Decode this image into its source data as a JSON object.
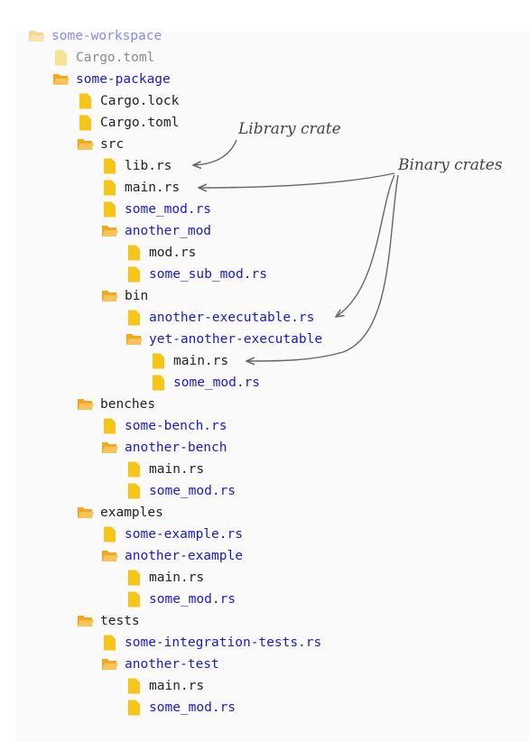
{
  "colors": {
    "file_icon": "#f5c518",
    "folder_icon": "#f0a81e",
    "folder_icon_light": "#f8c35a",
    "text_dark": "#222222",
    "text_blue": "#1a1acc",
    "arrow": "#666666"
  },
  "tree": [
    {
      "label": "some-workspace",
      "type": "folder",
      "style": "faint-blue"
    },
    {
      "label": "Cargo.toml",
      "type": "file",
      "style": "faint"
    },
    {
      "label": "some-package",
      "type": "folder",
      "style": "blue"
    },
    {
      "label": "Cargo.lock",
      "type": "file",
      "style": "dark"
    },
    {
      "label": "Cargo.toml",
      "type": "file",
      "style": "dark"
    },
    {
      "label": "src",
      "type": "folder",
      "style": "dark"
    },
    {
      "label": "lib.rs",
      "type": "file",
      "style": "dark"
    },
    {
      "label": "main.rs",
      "type": "file",
      "style": "dark"
    },
    {
      "label": "some_mod.rs",
      "type": "file",
      "style": "blue"
    },
    {
      "label": "another_mod",
      "type": "folder",
      "style": "blue"
    },
    {
      "label": "mod.rs",
      "type": "file",
      "style": "dark"
    },
    {
      "label": "some_sub_mod.rs",
      "type": "file",
      "style": "blue"
    },
    {
      "label": "bin",
      "type": "folder",
      "style": "dark"
    },
    {
      "label": "another-executable.rs",
      "type": "file",
      "style": "blue"
    },
    {
      "label": "yet-another-executable",
      "type": "folder",
      "style": "blue"
    },
    {
      "label": "main.rs",
      "type": "file",
      "style": "dark"
    },
    {
      "label": "some_mod.rs",
      "type": "file",
      "style": "blue"
    },
    {
      "label": "benches",
      "type": "folder",
      "style": "dark"
    },
    {
      "label": "some-bench.rs",
      "type": "file",
      "style": "blue"
    },
    {
      "label": "another-bench",
      "type": "folder",
      "style": "blue"
    },
    {
      "label": "main.rs",
      "type": "file",
      "style": "dark"
    },
    {
      "label": "some_mod.rs",
      "type": "file",
      "style": "blue"
    },
    {
      "label": "examples",
      "type": "folder",
      "style": "dark"
    },
    {
      "label": "some-example.rs",
      "type": "file",
      "style": "blue"
    },
    {
      "label": "another-example",
      "type": "folder",
      "style": "blue"
    },
    {
      "label": "main.rs",
      "type": "file",
      "style": "dark"
    },
    {
      "label": "some_mod.rs",
      "type": "file",
      "style": "blue"
    },
    {
      "label": "tests",
      "type": "folder",
      "style": "dark"
    },
    {
      "label": "some-integration-tests.rs",
      "type": "file",
      "style": "blue"
    },
    {
      "label": "another-test",
      "type": "folder",
      "style": "blue"
    },
    {
      "label": "main.rs",
      "type": "file",
      "style": "dark"
    },
    {
      "label": "some_mod.rs",
      "type": "file",
      "style": "blue"
    }
  ],
  "annotations": {
    "library": "Library crate",
    "binary": "Binary crates"
  }
}
